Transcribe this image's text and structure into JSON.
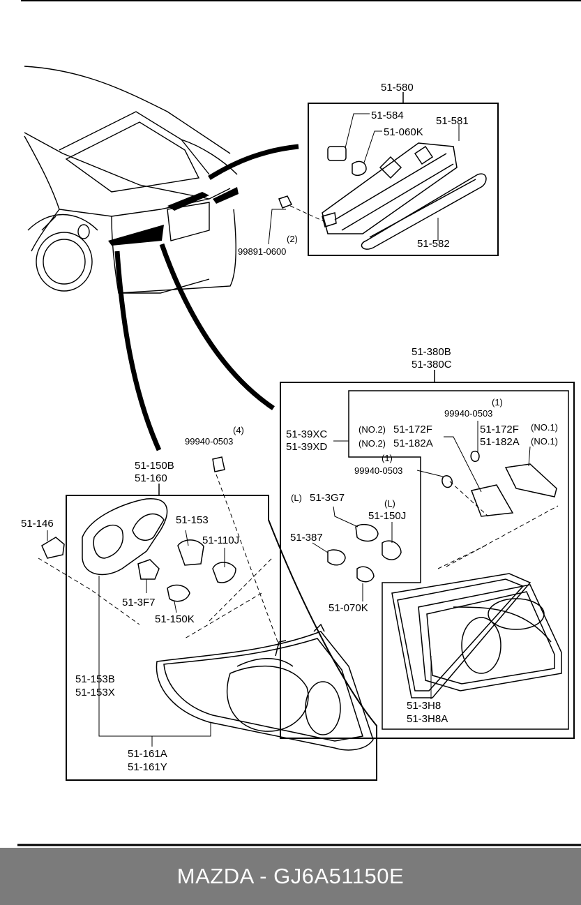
{
  "diagram": {
    "labels": {
      "l_51_580": "51-580",
      "l_51_584": "51-584",
      "l_51_060K": "51-060K",
      "l_51_581": "51-581",
      "l_51_582": "51-582",
      "l_qty_2": "(2)",
      "l_99891_0600": "99891-0600",
      "l_51_380B": "51-380B",
      "l_51_380C": "51-380C",
      "l_51_39XC": "51-39XC",
      "l_51_39XD": "51-39XD",
      "l_no2_a": "(NO.2)",
      "l_51_172F_a": "51-172F",
      "l_no2_b": "(NO.2)",
      "l_51_182A_a": "51-182A",
      "l_qty_1a": "(1)",
      "l_99940_0503_a": "99940-0503",
      "l_51_172F_b": "51-172F",
      "l_no1_a": "(NO.1)",
      "l_51_182A_b": "51-182A",
      "l_no1_b": "(NO.1)",
      "l_qty_1b": "(1)",
      "l_99940_0503_b": "99940-0503",
      "l_L_a": "(L)",
      "l_51_3G7": "51-3G7",
      "l_L_b": "(L)",
      "l_51_150J": "51-150J",
      "l_51_387": "51-387",
      "l_51_070K": "51-070K",
      "l_51_3H8": "51-3H8",
      "l_51_3H8A": "51-3H8A",
      "l_qty_4": "(4)",
      "l_99940_0503_c": "99940-0503",
      "l_51_150B": "51-150B",
      "l_51_160": "51-160",
      "l_51_146": "51-146",
      "l_51_153": "51-153",
      "l_51_110J": "51-110J",
      "l_51_3F7": "51-3F7",
      "l_51_150K": "51-150K",
      "l_51_153B": "51-153B",
      "l_51_153X": "51-153X",
      "l_51_161A": "51-161A",
      "l_51_161Y": "51-161Y"
    }
  },
  "footer": {
    "caption": "MAZDA - GJ6A51150E"
  }
}
